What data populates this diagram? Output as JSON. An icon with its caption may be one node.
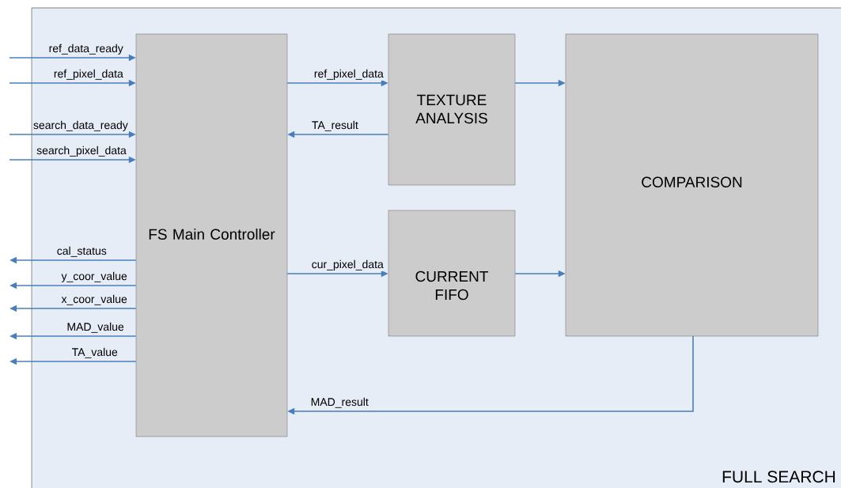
{
  "diagram": {
    "nodes": [
      {
        "text": [
          "FULL SEARCH"
        ]
      },
      {
        "text": [
          "FS Main Controller"
        ],
        "in": 0
      },
      {
        "text": [
          "TEXTURE ANALYSIS"
        ],
        "in": 0
      },
      {
        "text": [
          "CURRENT FIFO"
        ],
        "in": 0
      },
      {
        "text": [
          "COMPARISON"
        ],
        "in": 0
      }
    ],
    "edges": [
      {
        "from": null,
        "to": 1,
        "arrow": "to",
        "label": "ref_data_ready"
      },
      {
        "from": null,
        "to": 1,
        "arrow": "to",
        "label": "ref_pixel_data"
      },
      {
        "from": null,
        "to": 1,
        "arrow": "to",
        "label": "search_data_ready"
      },
      {
        "from": null,
        "to": 1,
        "arrow": "to",
        "label": "search_pixel_data"
      },
      {
        "from": 1,
        "to": null,
        "arrow": "to",
        "label": "cal_status"
      },
      {
        "from": 1,
        "to": null,
        "arrow": "to",
        "label": "y_coor_value"
      },
      {
        "from": 1,
        "to": null,
        "arrow": "to",
        "label": "x_coor_value"
      },
      {
        "from": 1,
        "to": null,
        "arrow": "to",
        "label": "MAD_value"
      },
      {
        "from": 1,
        "to": null,
        "arrow": "to",
        "label": "TA_value"
      },
      {
        "from": 1,
        "to": 2,
        "arrow": "to",
        "label": "ref_pixel_data"
      },
      {
        "from": 2,
        "to": 4,
        "arrow": "to"
      },
      {
        "from": 2,
        "to": 1,
        "arrow": "to",
        "label": "TA_result"
      },
      {
        "from": 1,
        "to": 3,
        "arrow": "to",
        "label": "cur_pixel_data"
      },
      {
        "from": 3,
        "to": 4,
        "arrow": "to"
      },
      {
        "from": 4,
        "to": 1,
        "arrow": "to",
        "label": "MAD_result"
      }
    ]
  }
}
